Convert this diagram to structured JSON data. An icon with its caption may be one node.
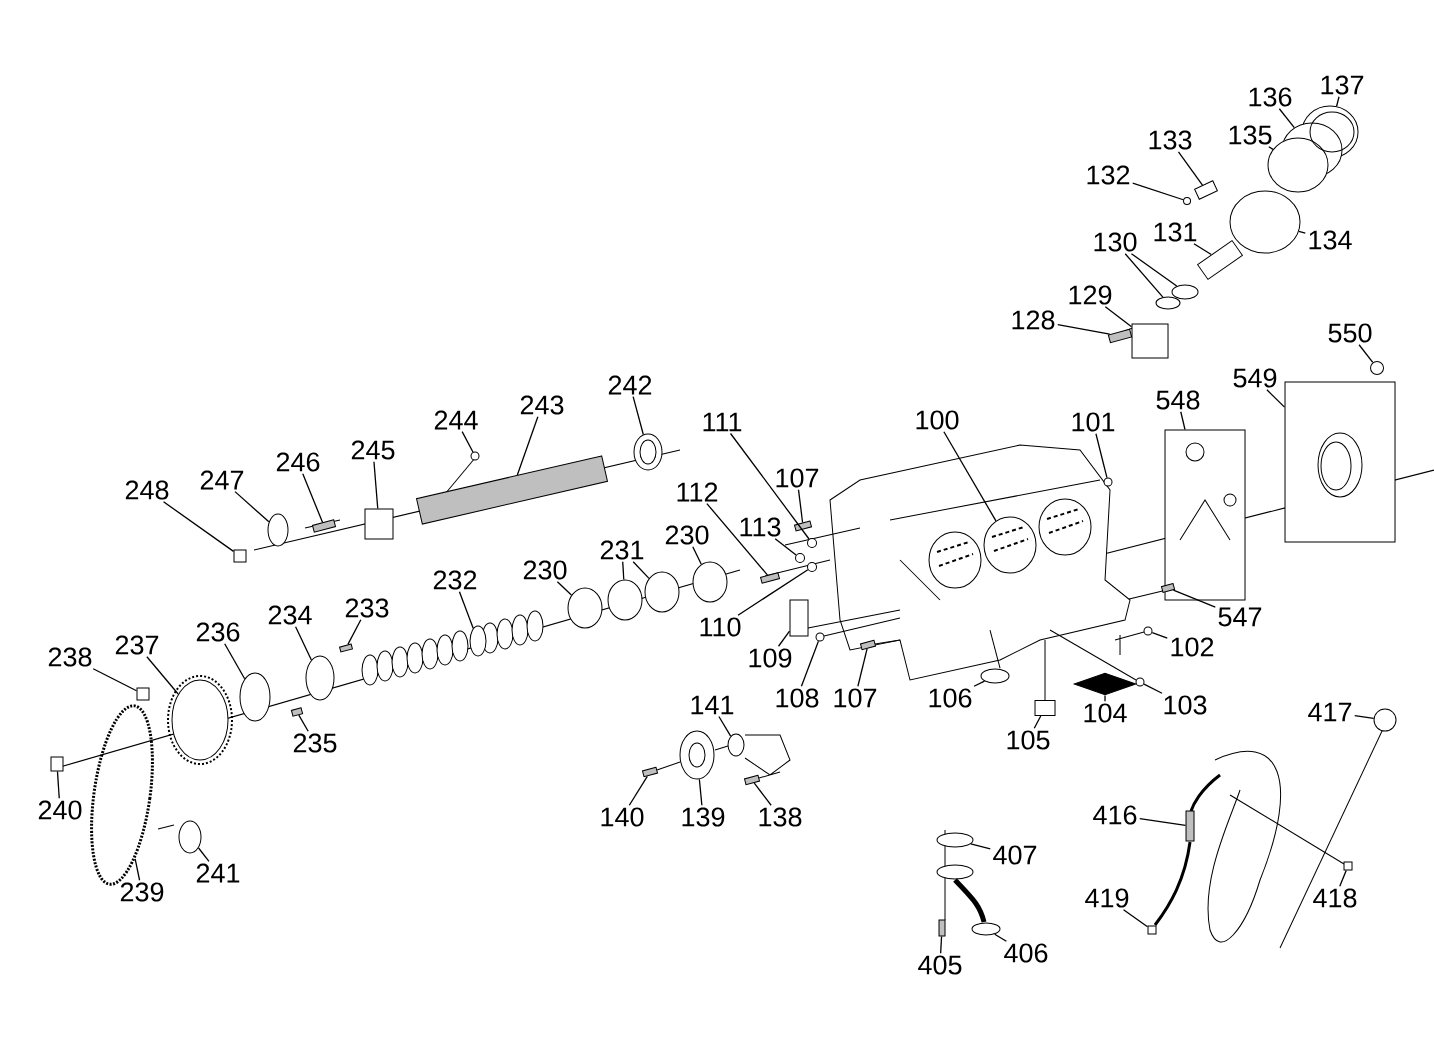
{
  "diagram": {
    "nodes": [
      {
        "text": [
          "137"
        ]
      },
      {
        "text": [
          "136"
        ]
      },
      {
        "text": [
          "135"
        ]
      },
      {
        "text": [
          "133"
        ]
      },
      {
        "text": [
          "132"
        ]
      },
      {
        "text": [
          "130"
        ]
      },
      {
        "text": [
          "131"
        ]
      },
      {
        "text": [
          "134"
        ]
      },
      {
        "text": [
          "129"
        ]
      },
      {
        "text": [
          "128"
        ]
      },
      {
        "text": [
          "550"
        ]
      },
      {
        "text": [
          "549"
        ]
      },
      {
        "text": [
          "242"
        ]
      },
      {
        "text": [
          "548"
        ]
      },
      {
        "text": [
          "243"
        ]
      },
      {
        "text": [
          "244"
        ]
      },
      {
        "text": [
          "100"
        ]
      },
      {
        "text": [
          "111"
        ]
      },
      {
        "text": [
          "101"
        ]
      },
      {
        "text": [
          "245"
        ]
      },
      {
        "text": [
          "246"
        ]
      },
      {
        "text": [
          "107"
        ]
      },
      {
        "text": [
          "247"
        ]
      },
      {
        "text": [
          "248"
        ]
      },
      {
        "text": [
          "112"
        ]
      },
      {
        "text": [
          "113"
        ]
      },
      {
        "text": [
          "230"
        ]
      },
      {
        "text": [
          "231"
        ]
      },
      {
        "text": [
          "230"
        ]
      },
      {
        "text": [
          "232"
        ]
      },
      {
        "text": [
          "233"
        ]
      },
      {
        "text": [
          "234"
        ]
      },
      {
        "text": [
          "547"
        ]
      },
      {
        "text": [
          "110"
        ]
      },
      {
        "text": [
          "236"
        ]
      },
      {
        "text": [
          "237"
        ]
      },
      {
        "text": [
          "102"
        ]
      },
      {
        "text": [
          "238"
        ]
      },
      {
        "text": [
          "109"
        ]
      },
      {
        "text": [
          "108"
        ]
      },
      {
        "text": [
          "107"
        ]
      },
      {
        "text": [
          "106"
        ]
      },
      {
        "text": [
          "103"
        ]
      },
      {
        "text": [
          "141"
        ]
      },
      {
        "text": [
          "417"
        ]
      },
      {
        "text": [
          "104"
        ]
      },
      {
        "text": [
          "105"
        ]
      },
      {
        "text": [
          "235"
        ]
      },
      {
        "text": [
          "240"
        ]
      },
      {
        "text": [
          "416"
        ]
      },
      {
        "text": [
          "140"
        ]
      },
      {
        "text": [
          "139"
        ]
      },
      {
        "text": [
          "138"
        ]
      },
      {
        "text": [
          "407"
        ]
      },
      {
        "text": [
          "241"
        ]
      },
      {
        "text": [
          "239"
        ]
      },
      {
        "text": [
          "418"
        ]
      },
      {
        "text": [
          "419"
        ]
      },
      {
        "text": [
          "406"
        ]
      },
      {
        "text": [
          "405"
        ]
      },
      {
        "text": [],
        "shape": "circle"
      },
      {
        "text": [],
        "shape": "circle"
      },
      {
        "text": [],
        "shape": "circle"
      },
      {
        "text": [],
        "shape": "box"
      },
      {
        "text": [],
        "shape": "circle"
      },
      {
        "text": [],
        "shape": "circle"
      },
      {
        "text": [],
        "shape": "circle"
      },
      {
        "text": [],
        "shape": "box"
      },
      {
        "text": [],
        "shape": "circle"
      },
      {
        "text": [],
        "shape": "box"
      },
      {
        "text": [],
        "shape": "bar"
      },
      {
        "text": [],
        "shape": "circle"
      },
      {
        "text": [],
        "shape": "box"
      },
      {
        "text": [],
        "shape": "circle"
      },
      {
        "text": [],
        "shape": "box"
      },
      {
        "text": [],
        "shape": "bar"
      },
      {
        "text": [],
        "shape": "circle"
      },
      {
        "text": [],
        "shape": "circle"
      },
      {
        "text": [],
        "shape": "circle"
      },
      {
        "text": [],
        "shape": "circle"
      },
      {
        "text": [],
        "shape": "box"
      },
      {
        "text": [],
        "shape": "bar"
      },
      {
        "text": [],
        "shape": "bar"
      },
      {
        "text": [],
        "shape": "circle"
      },
      {
        "text": [],
        "shape": "box"
      },
      {
        "text": [],
        "shape": "bar"
      },
      {
        "text": [],
        "shape": "circle"
      },
      {
        "text": [],
        "shape": "circle"
      },
      {
        "text": [],
        "shape": "circle"
      },
      {
        "text": [],
        "shape": "circle"
      },
      {
        "text": [],
        "shape": "circle"
      },
      {
        "text": [],
        "shape": "circle"
      },
      {
        "text": [],
        "shape": "bar"
      },
      {
        "text": [],
        "shape": "circle"
      },
      {
        "text": [],
        "shape": "bar"
      },
      {
        "text": [],
        "shape": "circle"
      },
      {
        "text": [],
        "shape": "circle"
      },
      {
        "text": [],
        "shape": "circle"
      },
      {
        "text": [],
        "shape": "circle"
      },
      {
        "text": [],
        "shape": "box"
      },
      {
        "text": [],
        "shape": "box"
      },
      {
        "text": [],
        "shape": "circle"
      },
      {
        "text": [],
        "shape": "bar"
      },
      {
        "text": [],
        "shape": "circle"
      },
      {
        "text": [],
        "shape": "circle"
      },
      {
        "text": [],
        "shape": "circle"
      },
      {
        "text": [],
        "shape": "circle"
      },
      {
        "text": [],
        "shape": "diamond"
      },
      {
        "text": [],
        "shape": "box"
      },
      {
        "text": [],
        "shape": "bar"
      },
      {
        "text": [],
        "shape": "box"
      },
      {
        "text": [],
        "shape": "bar"
      },
      {
        "text": [],
        "shape": "bar"
      },
      {
        "text": [],
        "shape": "circle"
      },
      {
        "text": [],
        "shape": "bar"
      },
      {
        "text": [],
        "shape": "circle"
      },
      {
        "text": [],
        "shape": "circle"
      },
      {
        "text": [],
        "shape": "picture"
      },
      {
        "text": [],
        "shape": "box"
      },
      {
        "text": [],
        "shape": "box"
      },
      {
        "text": [],
        "shape": "circle"
      },
      {
        "text": [],
        "shape": "bar"
      }
    ],
    "edges": [
      {
        "from": 0,
        "to": 60,
        "arrow": "none"
      },
      {
        "from": 1,
        "to": 61,
        "arrow": "none"
      },
      {
        "from": 2,
        "to": 62,
        "arrow": "none"
      },
      {
        "from": 3,
        "to": 63,
        "arrow": "none"
      },
      {
        "from": 4,
        "to": 64,
        "arrow": "none"
      },
      {
        "from": 5,
        "to": 65,
        "arrow": "none"
      },
      {
        "from": 5,
        "to": 66,
        "arrow": "none"
      },
      {
        "from": 6,
        "to": 67,
        "arrow": "none"
      },
      {
        "from": 7,
        "to": 68,
        "arrow": "none"
      },
      {
        "from": 8,
        "to": 69,
        "arrow": "none"
      },
      {
        "from": 9,
        "to": 70,
        "arrow": "none"
      },
      {
        "from": 10,
        "to": 71,
        "arrow": "none"
      },
      {
        "from": 11,
        "to": 72,
        "arrow": "none"
      },
      {
        "from": 12,
        "to": 73,
        "arrow": "none"
      },
      {
        "from": 13,
        "to": 74,
        "arrow": "none"
      },
      {
        "from": 14,
        "to": 75,
        "arrow": "none"
      },
      {
        "from": 15,
        "to": 76,
        "arrow": "none"
      },
      {
        "from": 16,
        "to": 77,
        "arrow": "none"
      },
      {
        "from": 17,
        "to": 78,
        "arrow": "none"
      },
      {
        "from": 18,
        "to": 79,
        "arrow": "none"
      },
      {
        "from": 19,
        "to": 80,
        "arrow": "none"
      },
      {
        "from": 20,
        "to": 81,
        "arrow": "none"
      },
      {
        "from": 21,
        "to": 82,
        "arrow": "none"
      },
      {
        "from": 22,
        "to": 83,
        "arrow": "none"
      },
      {
        "from": 23,
        "to": 84,
        "arrow": "none"
      },
      {
        "from": 24,
        "to": 85,
        "arrow": "none"
      },
      {
        "from": 25,
        "to": 86,
        "arrow": "none"
      },
      {
        "from": 26,
        "to": 87,
        "arrow": "none"
      },
      {
        "from": 27,
        "to": 88,
        "arrow": "none"
      },
      {
        "from": 27,
        "to": 89,
        "arrow": "none"
      },
      {
        "from": 28,
        "to": 90,
        "arrow": "none"
      },
      {
        "from": 29,
        "to": 91,
        "arrow": "none"
      },
      {
        "from": 30,
        "to": 92,
        "arrow": "none"
      },
      {
        "from": 31,
        "to": 93,
        "arrow": "none"
      },
      {
        "from": 32,
        "to": 94,
        "arrow": "none"
      },
      {
        "from": 33,
        "to": 95,
        "arrow": "none"
      },
      {
        "from": 34,
        "to": 96,
        "arrow": "none"
      },
      {
        "from": 35,
        "to": 97,
        "arrow": "none"
      },
      {
        "from": 36,
        "to": 98,
        "arrow": "none"
      },
      {
        "from": 37,
        "to": 99,
        "arrow": "none"
      },
      {
        "from": 38,
        "to": 100,
        "arrow": "none"
      },
      {
        "from": 39,
        "to": 101,
        "arrow": "none"
      },
      {
        "from": 40,
        "to": 102,
        "arrow": "none"
      },
      {
        "from": 41,
        "to": 103,
        "arrow": "none"
      },
      {
        "from": 42,
        "to": 104,
        "arrow": "none"
      },
      {
        "from": 43,
        "to": 105,
        "arrow": "none"
      },
      {
        "from": 44,
        "to": 106,
        "arrow": "none"
      },
      {
        "from": 45,
        "to": 107,
        "arrow": "none"
      },
      {
        "from": 46,
        "to": 108,
        "arrow": "none"
      },
      {
        "from": 47,
        "to": 109,
        "arrow": "none"
      },
      {
        "from": 48,
        "to": 110,
        "arrow": "none"
      },
      {
        "from": 49,
        "to": 111,
        "arrow": "none"
      },
      {
        "from": 50,
        "to": 112,
        "arrow": "none"
      },
      {
        "from": 51,
        "to": 113,
        "arrow": "none"
      },
      {
        "from": 52,
        "to": 114,
        "arrow": "none"
      },
      {
        "from": 53,
        "to": 115,
        "arrow": "none"
      },
      {
        "from": 54,
        "to": 116,
        "arrow": "none"
      },
      {
        "from": 55,
        "to": 117,
        "arrow": "none"
      },
      {
        "from": 56,
        "to": 118,
        "arrow": "none"
      },
      {
        "from": 57,
        "to": 119,
        "arrow": "none"
      },
      {
        "from": 58,
        "to": 120,
        "arrow": "none"
      },
      {
        "from": 59,
        "to": 121,
        "arrow": "none"
      }
    ]
  }
}
